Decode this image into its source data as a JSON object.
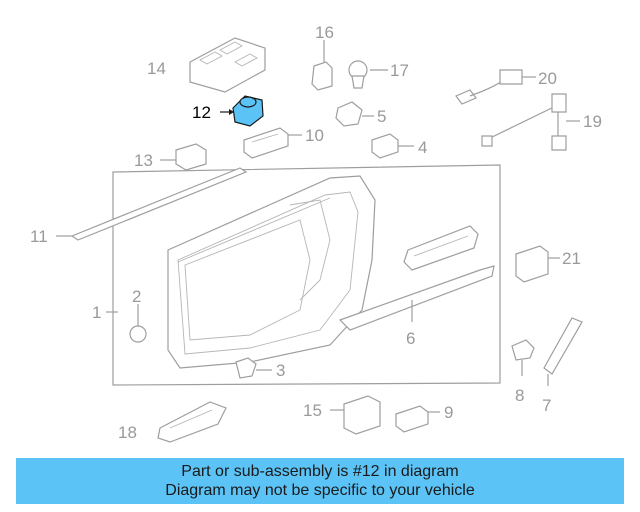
{
  "diagram": {
    "highlight_color": "#5bc3f5",
    "highlighted_part": "12",
    "callouts": [
      "1",
      "2",
      "3",
      "4",
      "5",
      "6",
      "7",
      "8",
      "9",
      "10",
      "11",
      "12",
      "13",
      "14",
      "15",
      "16",
      "17",
      "18",
      "19",
      "20",
      "21"
    ]
  },
  "banner": {
    "line1": "Part or sub-assembly is #12 in diagram",
    "line2": "Diagram may not be specific to your vehicle",
    "background": "#5bc3f5"
  }
}
